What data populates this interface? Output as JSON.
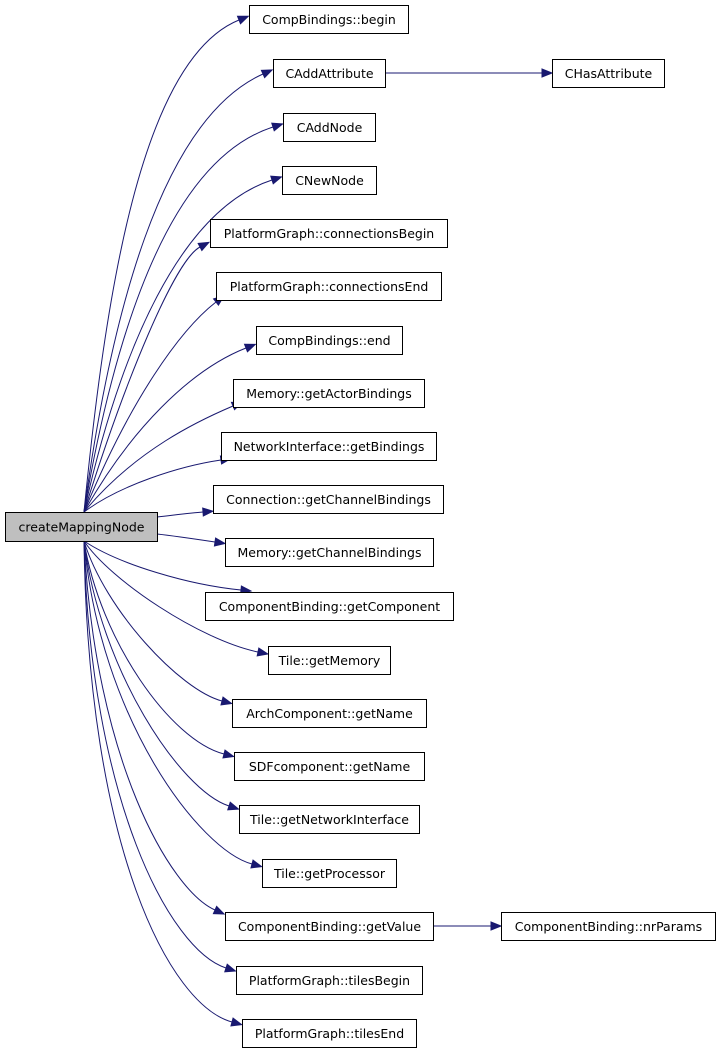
{
  "graph": {
    "edge_color": "#191970",
    "root_fill": "#bfbfbf",
    "root": {
      "id": "root",
      "label": "createMappingNode"
    },
    "nodes": [
      {
        "id": "n0",
        "label": "CompBindings::begin"
      },
      {
        "id": "n1",
        "label": "CAddAttribute"
      },
      {
        "id": "n2",
        "label": "CHasAttribute"
      },
      {
        "id": "n3",
        "label": "CAddNode"
      },
      {
        "id": "n4",
        "label": "CNewNode"
      },
      {
        "id": "n5",
        "label": "PlatformGraph::connectionsBegin"
      },
      {
        "id": "n6",
        "label": "PlatformGraph::connectionsEnd"
      },
      {
        "id": "n7",
        "label": "CompBindings::end"
      },
      {
        "id": "n8",
        "label": "Memory::getActorBindings"
      },
      {
        "id": "n9",
        "label": "NetworkInterface::getBindings"
      },
      {
        "id": "n10",
        "label": "Connection::getChannelBindings"
      },
      {
        "id": "n11",
        "label": "Memory::getChannelBindings"
      },
      {
        "id": "n12",
        "label": "ComponentBinding::getComponent"
      },
      {
        "id": "n13",
        "label": "Tile::getMemory"
      },
      {
        "id": "n14",
        "label": "ArchComponent::getName"
      },
      {
        "id": "n15",
        "label": "SDFcomponent::getName"
      },
      {
        "id": "n16",
        "label": "Tile::getNetworkInterface"
      },
      {
        "id": "n17",
        "label": "Tile::getProcessor"
      },
      {
        "id": "n18",
        "label": "ComponentBinding::getValue"
      },
      {
        "id": "n19",
        "label": "ComponentBinding::nrParams"
      },
      {
        "id": "n20",
        "label": "PlatformGraph::tilesBegin"
      },
      {
        "id": "n21",
        "label": "PlatformGraph::tilesEnd"
      }
    ],
    "edges": [
      [
        "root",
        "n0"
      ],
      [
        "root",
        "n1"
      ],
      [
        "n1",
        "n2"
      ],
      [
        "root",
        "n3"
      ],
      [
        "root",
        "n4"
      ],
      [
        "root",
        "n5"
      ],
      [
        "root",
        "n6"
      ],
      [
        "root",
        "n7"
      ],
      [
        "root",
        "n8"
      ],
      [
        "root",
        "n9"
      ],
      [
        "root",
        "n10"
      ],
      [
        "root",
        "n11"
      ],
      [
        "root",
        "n12"
      ],
      [
        "root",
        "n13"
      ],
      [
        "root",
        "n14"
      ],
      [
        "root",
        "n15"
      ],
      [
        "root",
        "n16"
      ],
      [
        "root",
        "n17"
      ],
      [
        "root",
        "n18"
      ],
      [
        "n18",
        "n19"
      ],
      [
        "root",
        "n20"
      ],
      [
        "root",
        "n21"
      ]
    ]
  }
}
